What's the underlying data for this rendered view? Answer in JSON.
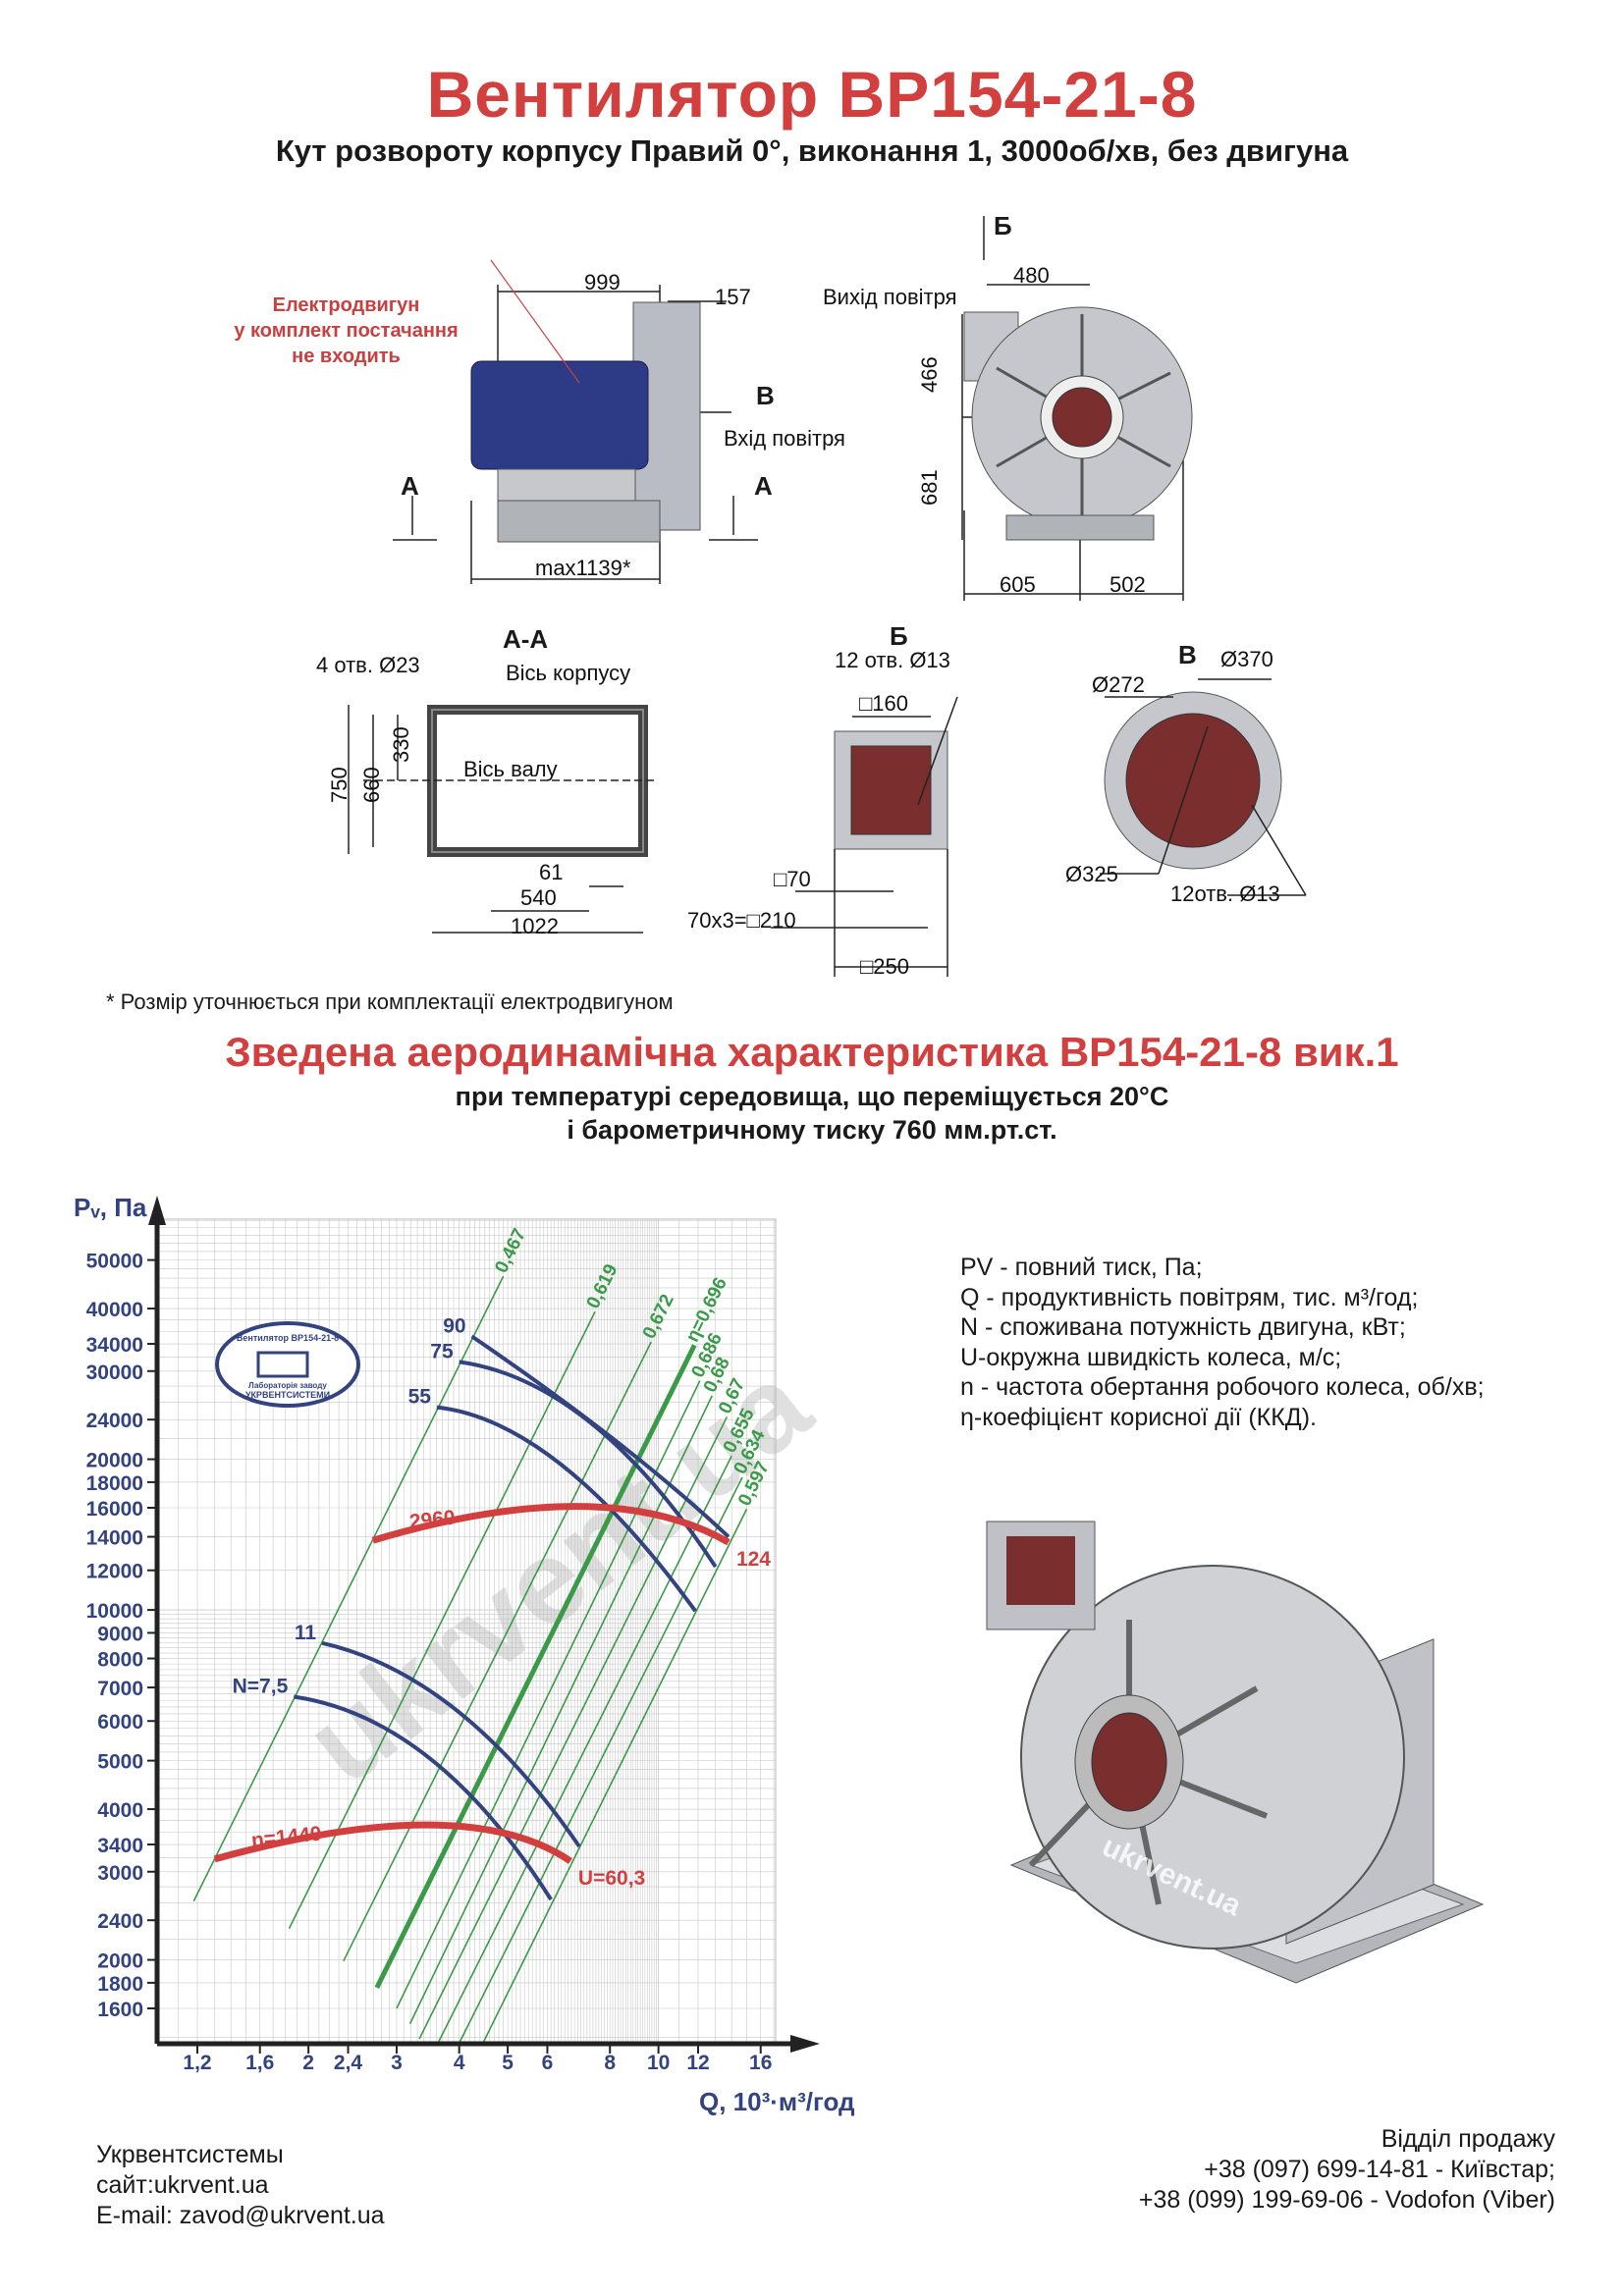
{
  "header": {
    "title": "Вентилятор ВР154-21-8",
    "subtitle": "Кут розвороту корпусу Правий 0°, виконання 1, 3000об/хв, без двигуна"
  },
  "drawing_side": {
    "motor_note": [
      "Електродвигун",
      "у комплект постачання",
      "не входить"
    ],
    "dim_999": "999",
    "dim_157": "157",
    "label_v": "В",
    "inlet": "Вхід повітря",
    "label_a_left": "А",
    "label_a_right": "А",
    "dim_max": "max1139*"
  },
  "drawing_front": {
    "label_b": "Б",
    "dim_480": "480",
    "outlet": "Вихід повітря",
    "dim_466": "466",
    "dim_681": "681",
    "dim_605": "605",
    "dim_502": "502"
  },
  "section_aa": {
    "title": "А-А",
    "holes": "4 отв. Ø23",
    "housing_axis": "Вісь корпусу",
    "shaft_axis": "Вісь валу",
    "dim_750": "750",
    "dim_660": "660",
    "dim_330": "330",
    "dim_61": "61",
    "dim_540": "540",
    "dim_1022": "1022"
  },
  "view_b": {
    "title": "Б",
    "holes": "12 отв. Ø13",
    "dim_160": "□160",
    "dim_70": "□70",
    "dim_210": "70x3=□210",
    "dim_250": "□250"
  },
  "view_v": {
    "title": "В",
    "d370": "Ø370",
    "d272": "Ø272",
    "d325": "Ø325",
    "holes": "12отв.  Ø13"
  },
  "watermark": "ukrvent.ua",
  "footnote": "* Розмір уточнюється при комплектації електродвигуном",
  "characteristic": {
    "title": "Зведена аеродинамічна характеристика ВР154-21-8 вик.1",
    "line1": "при температурі середовища, що переміщується 20°С",
    "line2": "і барометричному тиску 760 мм.рт.ст."
  },
  "legend": [
    "PV - повний тиск, Па;",
    "Q - продуктивність повітрям, тис. м³/год;",
    "N - споживана потужність двигуна, кВт;",
    "U-окружна швидкість колеса, м/с;",
    "n - частота обертання робочого колеса, об/хв;",
    "η-коефіцієнт корисної дії (ККД)."
  ],
  "stamp": {
    "top": "Вентилятор ВР154-21-8",
    "middle": "Лабораторія заводу",
    "bottom": "УКРВЕНТСИСТЕМИ"
  },
  "colors": {
    "red": "#d23f3f",
    "blue": "#33437f",
    "green": "#3a9a48",
    "grid": "#c8c8c8"
  },
  "chart_data": {
    "type": "line",
    "xscale": "log",
    "yscale": "log",
    "xlabel": "Q, 10³·м³/год",
    "ylabel": "Pᵥ, Па",
    "xlim": [
      1.05,
      17
    ],
    "ylim": [
      1300,
      62000
    ],
    "grid": true,
    "xticks": [
      1.2,
      1.6,
      2,
      2.4,
      3,
      4,
      5,
      6,
      8,
      10,
      12,
      16
    ],
    "xtick_labels": [
      "1,2",
      "1,6",
      "2",
      "2,4",
      "3",
      "4",
      "5",
      "6",
      "8",
      "10",
      "12",
      "16"
    ],
    "yticks": [
      1600,
      1800,
      2000,
      2400,
      3000,
      3400,
      4000,
      5000,
      6000,
      7000,
      8000,
      9000,
      10000,
      12000,
      14000,
      16000,
      18000,
      20000,
      24000,
      30000,
      34000,
      40000,
      50000
    ],
    "power_curves": [
      {
        "label": "90",
        "points": [
          [
            4.24,
            35200
          ],
          [
            8.2,
            21800
          ],
          [
            13.8,
            14000
          ]
        ]
      },
      {
        "label": "75",
        "points": [
          [
            4.0,
            31300
          ],
          [
            7.3,
            23700
          ],
          [
            13.0,
            12200
          ]
        ]
      },
      {
        "label": "55",
        "points": [
          [
            3.61,
            25400
          ],
          [
            6.4,
            19500
          ],
          [
            11.85,
            9950
          ]
        ]
      },
      {
        "label": "11",
        "points": [
          [
            2.13,
            8590
          ],
          [
            3.94,
            6320
          ],
          [
            6.95,
            3370
          ]
        ]
      },
      {
        "label": "N=7,5",
        "points": [
          [
            1.87,
            6710
          ],
          [
            3.48,
            5070
          ],
          [
            6.1,
            2640
          ]
        ]
      }
    ],
    "speed_curves": [
      {
        "n_label": "2960",
        "u_label": "124",
        "points": [
          [
            2.69,
            13770
          ],
          [
            6.9,
            16100
          ],
          [
            13.8,
            13650
          ]
        ]
      },
      {
        "n_label": "n=1440",
        "u_label": "U=60,3",
        "points": [
          [
            1.3,
            3180
          ],
          [
            3.48,
            3720
          ],
          [
            6.67,
            3150
          ]
        ]
      }
    ],
    "efficiency_lines": [
      {
        "label": "0,467",
        "thick": false,
        "points": [
          [
            1.18,
            2620
          ],
          [
            4.9,
            46400
          ]
        ]
      },
      {
        "label": "0,619",
        "thick": false,
        "points": [
          [
            1.83,
            2310
          ],
          [
            7.47,
            39400
          ]
        ]
      },
      {
        "label": "0,672",
        "thick": false,
        "points": [
          [
            2.35,
            1990
          ],
          [
            9.67,
            34300
          ]
        ]
      },
      {
        "label": "η=0,696",
        "thick": true,
        "points": [
          [
            2.74,
            1760
          ],
          [
            11.8,
            33800
          ]
        ]
      },
      {
        "label": "0,686",
        "thick": false,
        "points": [
          [
            3.0,
            1600
          ],
          [
            12.1,
            28700
          ]
        ]
      },
      {
        "label": "0,68",
        "thick": false,
        "points": [
          [
            3.19,
            1490
          ],
          [
            12.8,
            26800
          ]
        ]
      },
      {
        "label": "0,67",
        "thick": false,
        "points": [
          [
            3.33,
            1390
          ],
          [
            13.7,
            24300
          ]
        ]
      },
      {
        "label": "0,655",
        "thick": false,
        "points": [
          [
            3.61,
            1350
          ],
          [
            14.0,
            20300
          ]
        ]
      },
      {
        "label": "0,634",
        "thick": false,
        "points": [
          [
            3.98,
            1350
          ],
          [
            14.7,
            18400
          ]
        ]
      },
      {
        "label": "0,597",
        "thick": false,
        "points": [
          [
            4.44,
            1350
          ],
          [
            15.0,
            15900
          ]
        ]
      }
    ]
  },
  "footer": {
    "company": "Укрвентсистемы",
    "site": "сайт:ukrvent.ua",
    "email": "E-mail: zavod@ukrvent.ua",
    "sales_title": "Відділ продажу",
    "phone1": "+38 (097) 699-14-81 - Київстар;",
    "phone2": "+38 (099) 199-69-06 - Vodofon (Viber)"
  }
}
